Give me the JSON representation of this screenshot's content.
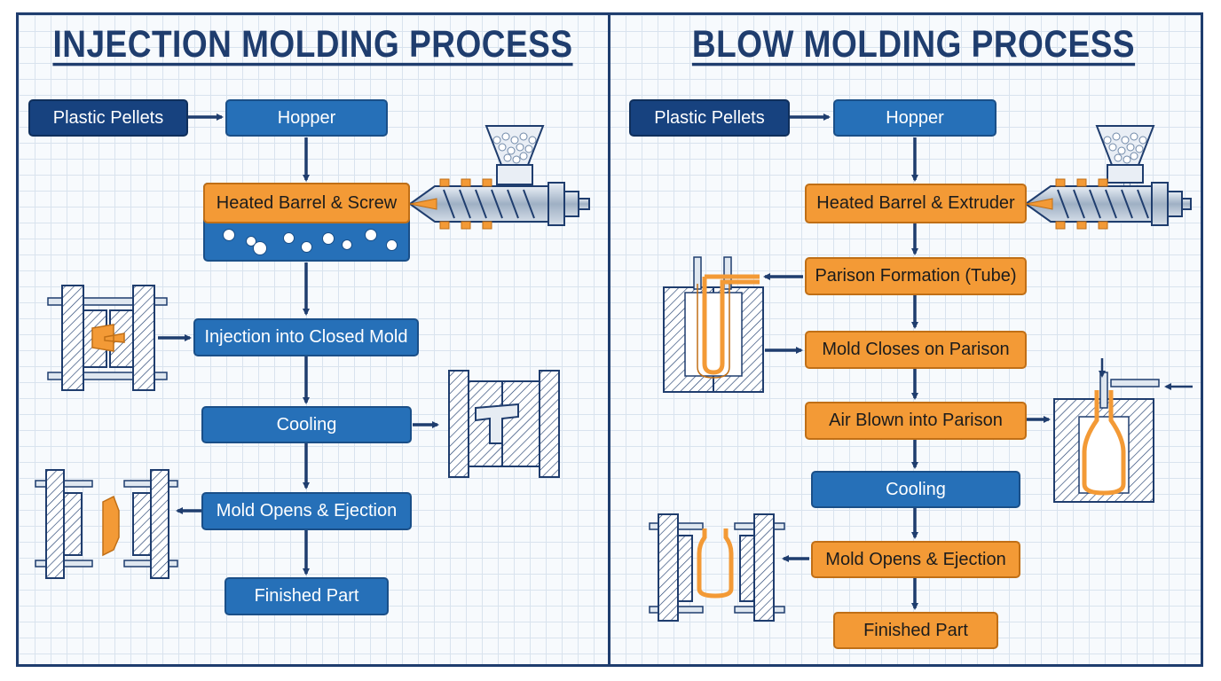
{
  "injection": {
    "title": "INJECTION MOLDING PROCESS",
    "steps": {
      "pellets": "Plastic Pellets",
      "hopper": "Hopper",
      "barrel": "Heated Barrel & Screw",
      "injection": "Injection into Closed Mold",
      "cooling": "Cooling",
      "ejection": "Mold Opens & Ejection",
      "finished": "Finished Part"
    }
  },
  "blow": {
    "title": "BLOW MOLDING PROCESS",
    "steps": {
      "pellets": "Plastic Pellets",
      "hopper": "Hopper",
      "barrel": "Heated Barrel & Extruder",
      "parison": "Parison Formation (Tube)",
      "mold_closes": "Mold Closes on Parison",
      "air": "Air Blown into Parison",
      "cooling": "Cooling",
      "ejection": "Mold Opens & Ejection",
      "finished": "Finished Part"
    }
  },
  "colors": {
    "navy": "#17427f",
    "blue": "#2670b8",
    "orange": "#f39a36",
    "line": "#1f3d6e"
  }
}
